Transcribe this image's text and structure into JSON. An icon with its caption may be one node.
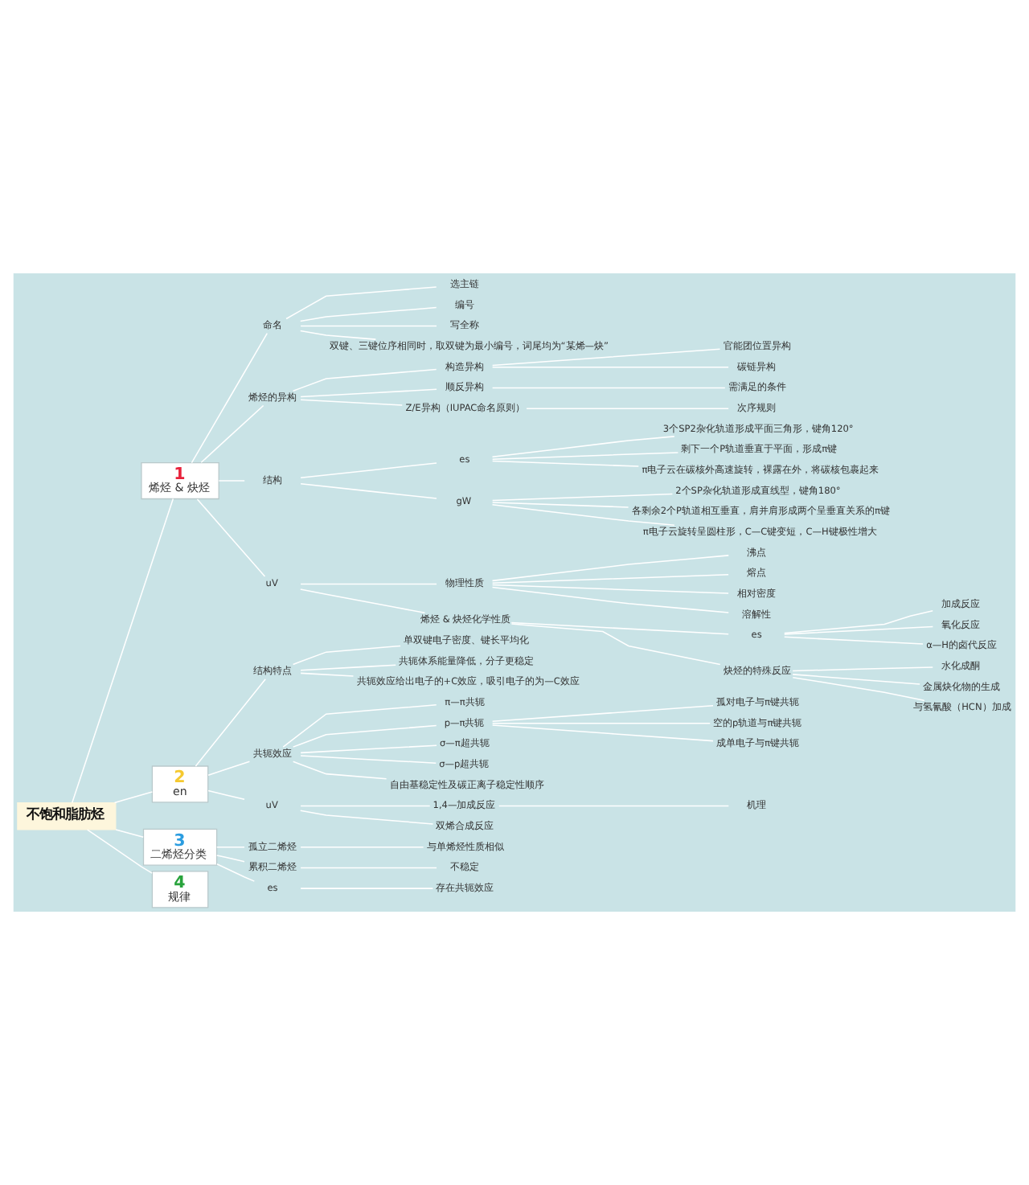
{
  "diagram": {
    "nodes": [
      {
        "text": [
          "不饱和脂肪烃"
        ]
      },
      {
        "text": [
          "1",
          "烯烃 & 炔烃"
        ]
      },
      {
        "text": [
          "命名"
        ]
      },
      {
        "text": [
          "选主链"
        ]
      },
      {
        "text": [
          "编号"
        ]
      },
      {
        "text": [
          "写全称"
        ]
      },
      {
        "text": [
          "双键、三键位序相同时，取双键为最小编号，词尾均为“某烯—炔”"
        ]
      },
      {
        "text": [
          "烯烃的异构"
        ]
      },
      {
        "text": [
          "构造异构"
        ]
      },
      {
        "text": [
          "官能团位置异构"
        ]
      },
      {
        "text": [
          "碳链异构"
        ]
      },
      {
        "text": [
          "顺反异构"
        ]
      },
      {
        "text": [
          "需满足的条件"
        ]
      },
      {
        "text": [
          "Z/E异构（IUPAC命名原则）"
        ]
      },
      {
        "text": [
          "次序规则"
        ]
      },
      {
        "text": [
          "结构"
        ]
      },
      {
        "text": [
          "es"
        ]
      },
      {
        "text": [
          "3个SP2杂化轨道形成平面三角形，键角120°"
        ]
      },
      {
        "text": [
          "剩下一个P轨道垂直于平面，形成π键"
        ]
      },
      {
        "text": [
          "π电子云在碳核外高速旋转，裸露在外，将碳核包裹起来"
        ]
      },
      {
        "text": [
          "gW"
        ]
      },
      {
        "text": [
          "2个SP杂化轨道形成直线型，键角180°"
        ]
      },
      {
        "text": [
          "各剩余2个P轨道相互垂直，肩并肩形成两个呈垂直关系的π键"
        ]
      },
      {
        "text": [
          "π电子云旋转呈圆柱形，C—C键变短，C—H键极性增大"
        ]
      },
      {
        "text": [
          "uV"
        ]
      },
      {
        "text": [
          "物理性质"
        ]
      },
      {
        "text": [
          "沸点"
        ]
      },
      {
        "text": [
          "熔点"
        ]
      },
      {
        "text": [
          "相对密度"
        ]
      },
      {
        "text": [
          "溶解性"
        ]
      },
      {
        "text": [
          "烯烃 & 炔烃化学性质"
        ]
      },
      {
        "text": [
          "es"
        ]
      },
      {
        "text": [
          "加成反应"
        ]
      },
      {
        "text": [
          "氧化反应"
        ]
      },
      {
        "text": [
          "α—H的卤代反应"
        ]
      },
      {
        "text": [
          "炔烃的特殊反应"
        ]
      },
      {
        "text": [
          "水化成酮"
        ]
      },
      {
        "text": [
          "金属炔化物的生成"
        ]
      },
      {
        "text": [
          "与氢氰酸（HCN）加成"
        ]
      },
      {
        "text": [
          "2",
          "en"
        ]
      },
      {
        "text": [
          "结构特点"
        ]
      },
      {
        "text": [
          "单双键电子密度、键长平均化"
        ]
      },
      {
        "text": [
          "共轭体系能量降低，分子更稳定"
        ]
      },
      {
        "text": [
          "共轭效应给出电子的+C效应，吸引电子的为—C效应"
        ]
      },
      {
        "text": [
          "共轭效应"
        ]
      },
      {
        "text": [
          "π—π共轭"
        ]
      },
      {
        "text": [
          "p—π共轭"
        ]
      },
      {
        "text": [
          "孤对电子与π键共轭"
        ]
      },
      {
        "text": [
          "空的p轨道与π键共轭"
        ]
      },
      {
        "text": [
          "成单电子与π键共轭"
        ]
      },
      {
        "text": [
          "σ—π超共轭"
        ]
      },
      {
        "text": [
          "σ—p超共轭"
        ]
      },
      {
        "text": [
          "自由基稳定性及碳正离子稳定性顺序"
        ]
      },
      {
        "text": [
          "uV"
        ]
      },
      {
        "text": [
          "1,4—加成反应"
        ]
      },
      {
        "text": [
          "机理"
        ]
      },
      {
        "text": [
          "双烯合成反应"
        ]
      },
      {
        "text": [
          "3",
          "二烯烃分类"
        ]
      },
      {
        "text": [
          "孤立二烯烃"
        ]
      },
      {
        "text": [
          "与单烯烃性质相似"
        ]
      },
      {
        "text": [
          "累积二烯烃"
        ]
      },
      {
        "text": [
          "不稳定"
        ]
      },
      {
        "text": [
          "es"
        ]
      },
      {
        "text": [
          "存在共轭效应"
        ]
      },
      {
        "text": [
          "4",
          "规律"
        ]
      }
    ],
    "edges": [
      {
        "from": 0,
        "to": 1,
        "arrow": "none"
      },
      {
        "from": 1,
        "to": 2,
        "arrow": "none"
      },
      {
        "from": 2,
        "to": 3,
        "arrow": "none"
      },
      {
        "from": 2,
        "to": 4,
        "arrow": "none"
      },
      {
        "from": 2,
        "to": 5,
        "arrow": "none"
      },
      {
        "from": 2,
        "to": 6,
        "arrow": "none"
      },
      {
        "from": 1,
        "to": 7,
        "arrow": "none"
      },
      {
        "from": 7,
        "to": 8,
        "arrow": "none"
      },
      {
        "from": 8,
        "to": 9,
        "arrow": "none"
      },
      {
        "from": 8,
        "to": 10,
        "arrow": "none"
      },
      {
        "from": 7,
        "to": 11,
        "arrow": "none"
      },
      {
        "from": 11,
        "to": 12,
        "arrow": "none"
      },
      {
        "from": 7,
        "to": 13,
        "arrow": "none"
      },
      {
        "from": 13,
        "to": 14,
        "arrow": "none"
      },
      {
        "from": 1,
        "to": 15,
        "arrow": "none"
      },
      {
        "from": 15,
        "to": 16,
        "arrow": "none"
      },
      {
        "from": 16,
        "to": 17,
        "arrow": "none"
      },
      {
        "from": 16,
        "to": 18,
        "arrow": "none"
      },
      {
        "from": 16,
        "to": 19,
        "arrow": "none"
      },
      {
        "from": 15,
        "to": 20,
        "arrow": "none"
      },
      {
        "from": 20,
        "to": 21,
        "arrow": "none"
      },
      {
        "from": 20,
        "to": 22,
        "arrow": "none"
      },
      {
        "from": 20,
        "to": 23,
        "arrow": "none"
      },
      {
        "from": 1,
        "to": 24,
        "arrow": "none"
      },
      {
        "from": 24,
        "to": 25,
        "arrow": "none"
      },
      {
        "from": 25,
        "to": 26,
        "arrow": "none"
      },
      {
        "from": 25,
        "to": 27,
        "arrow": "none"
      },
      {
        "from": 25,
        "to": 28,
        "arrow": "none"
      },
      {
        "from": 25,
        "to": 29,
        "arrow": "none"
      },
      {
        "from": 24,
        "to": 30,
        "arrow": "none"
      },
      {
        "from": 30,
        "to": 31,
        "arrow": "none"
      },
      {
        "from": 31,
        "to": 32,
        "arrow": "none"
      },
      {
        "from": 31,
        "to": 33,
        "arrow": "none"
      },
      {
        "from": 31,
        "to": 34,
        "arrow": "none"
      },
      {
        "from": 30,
        "to": 35,
        "arrow": "none"
      },
      {
        "from": 35,
        "to": 36,
        "arrow": "none"
      },
      {
        "from": 35,
        "to": 37,
        "arrow": "none"
      },
      {
        "from": 35,
        "to": 38,
        "arrow": "none"
      },
      {
        "from": 0,
        "to": 39,
        "arrow": "none"
      },
      {
        "from": 39,
        "to": 40,
        "arrow": "none"
      },
      {
        "from": 40,
        "to": 41,
        "arrow": "none"
      },
      {
        "from": 40,
        "to": 42,
        "arrow": "none"
      },
      {
        "from": 40,
        "to": 43,
        "arrow": "none"
      },
      {
        "from": 39,
        "to": 44,
        "arrow": "none"
      },
      {
        "from": 44,
        "to": 45,
        "arrow": "none"
      },
      {
        "from": 44,
        "to": 46,
        "arrow": "none"
      },
      {
        "from": 46,
        "to": 47,
        "arrow": "none"
      },
      {
        "from": 46,
        "to": 48,
        "arrow": "none"
      },
      {
        "from": 46,
        "to": 49,
        "arrow": "none"
      },
      {
        "from": 44,
        "to": 50,
        "arrow": "none"
      },
      {
        "from": 44,
        "to": 51,
        "arrow": "none"
      },
      {
        "from": 44,
        "to": 52,
        "arrow": "none"
      },
      {
        "from": 39,
        "to": 53,
        "arrow": "none"
      },
      {
        "from": 53,
        "to": 54,
        "arrow": "none"
      },
      {
        "from": 54,
        "to": 55,
        "arrow": "none"
      },
      {
        "from": 53,
        "to": 56,
        "arrow": "none"
      },
      {
        "from": 0,
        "to": 57,
        "arrow": "none"
      },
      {
        "from": 57,
        "to": 58,
        "arrow": "none"
      },
      {
        "from": 58,
        "to": 59,
        "arrow": "none"
      },
      {
        "from": 57,
        "to": 60,
        "arrow": "none"
      },
      {
        "from": 60,
        "to": 61,
        "arrow": "none"
      },
      {
        "from": 57,
        "to": 62,
        "arrow": "none"
      },
      {
        "from": 62,
        "to": 63,
        "arrow": "none"
      },
      {
        "from": 0,
        "to": 64,
        "arrow": "none"
      }
    ]
  }
}
